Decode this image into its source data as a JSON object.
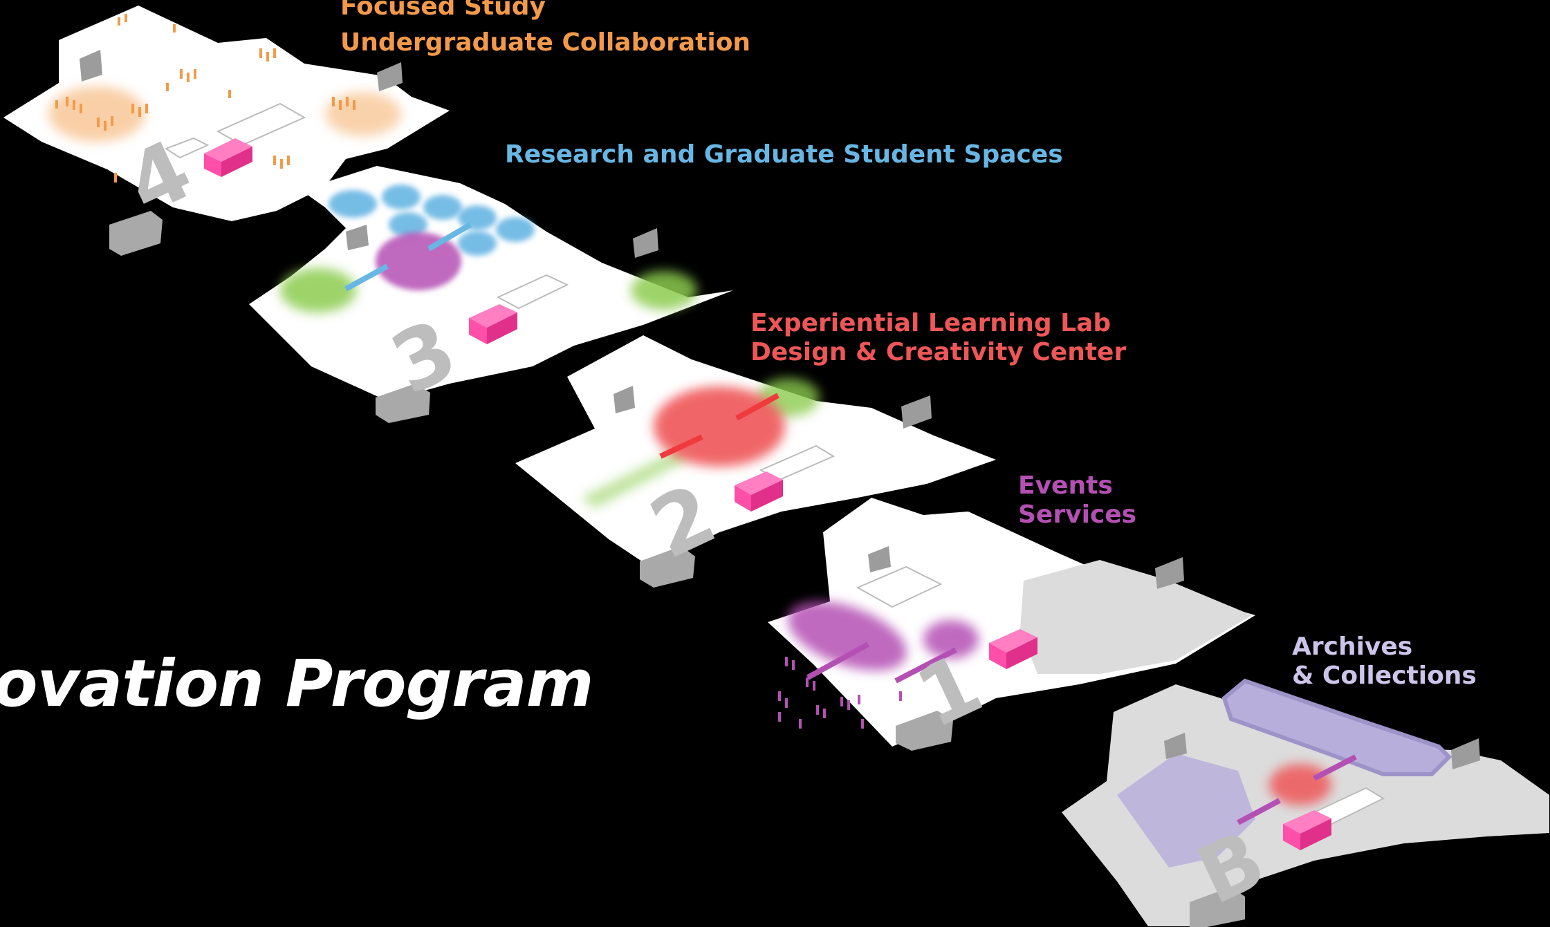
{
  "title": "ovation Program",
  "floors": [
    {
      "number": "4",
      "lines": [
        "Focused Study",
        "Undergraduate Collaboration"
      ],
      "color": "#f39a4a"
    },
    {
      "number": "3",
      "lines": [
        "Research and Graduate Student Spaces"
      ],
      "color": "#67b6e3"
    },
    {
      "number": "2",
      "lines": [
        "Experiential Learning Lab",
        "Design & Creativity Center"
      ],
      "color": "#ef5658"
    },
    {
      "number": "1",
      "lines": [
        "Events",
        "Services"
      ],
      "color": "#b450b4"
    },
    {
      "number": "B",
      "lines": [
        "Archives",
        "& Collections"
      ],
      "color": "#cdc4ea"
    }
  ],
  "palette": {
    "background": "#000000",
    "slab": "#ffffff",
    "basement_slab": "#dcdcdc",
    "core": "#ff4fa8",
    "stair": "#bdbdbd",
    "green_zone": "#8ccc50",
    "archive": "#b7aedb"
  }
}
